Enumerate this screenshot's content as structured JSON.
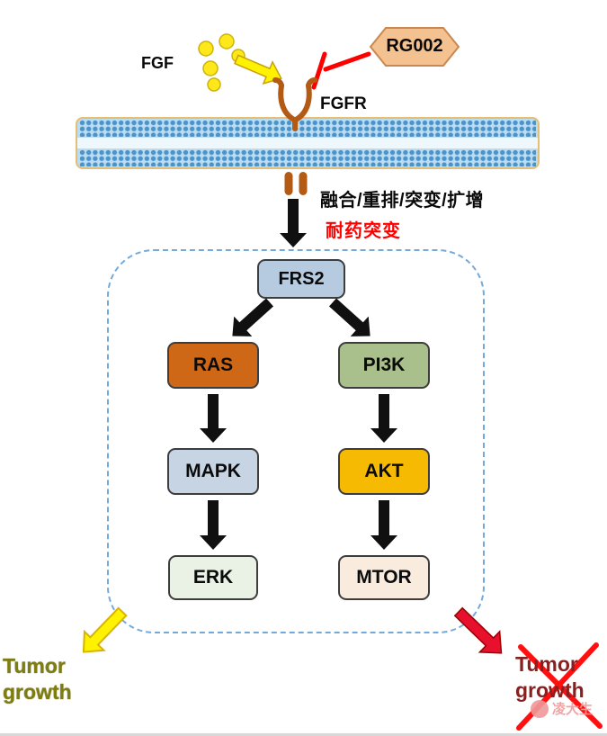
{
  "ligand": {
    "label": "FGF"
  },
  "receptor": {
    "label": "FGFR"
  },
  "inhibitor": {
    "label": "RG002"
  },
  "annotations": {
    "alterations": "融合/重排/突变/扩增",
    "resistance": "耐药突变"
  },
  "nodes": {
    "frs2": "FRS2",
    "ras": "RAS",
    "pi3k": "PI3K",
    "mapk": "MAPK",
    "akt": "AKT",
    "erk": "ERK",
    "mtor": "MTOR"
  },
  "outcomes": {
    "left": {
      "line1": "Tumor",
      "line2": "growth",
      "blocked": false
    },
    "right": {
      "line1": "Tumor",
      "line2": "growth",
      "blocked": true
    }
  },
  "edges": [
    {
      "from": "FGF",
      "to": "FGFR",
      "type": "activation"
    },
    {
      "from": "RG002",
      "to": "FGFR",
      "type": "inhibition"
    },
    {
      "from": "FGFR",
      "to": "FRS2",
      "type": "activation"
    },
    {
      "from": "FRS2",
      "to": "RAS",
      "type": "activation"
    },
    {
      "from": "FRS2",
      "to": "PI3K",
      "type": "activation"
    },
    {
      "from": "RAS",
      "to": "MAPK",
      "type": "activation"
    },
    {
      "from": "PI3K",
      "to": "AKT",
      "type": "activation"
    },
    {
      "from": "MAPK",
      "to": "ERK",
      "type": "activation"
    },
    {
      "from": "AKT",
      "to": "MTOR",
      "type": "activation"
    },
    {
      "from": "ERK",
      "to": "Tumor growth",
      "type": "promotes"
    },
    {
      "from": "MTOR",
      "to": "Tumor growth",
      "type": "promotes"
    }
  ],
  "watermark": {
    "text": "凌大生"
  },
  "colors": {
    "inhibitor_bg": "#F4C291",
    "inhibition_line": "#FF0000",
    "frs2_bg": "#B7CBE0",
    "ras_bg": "#CE6817",
    "pi3k_bg": "#A9BF8C",
    "mapk_bg": "#C6D4E3",
    "akt_bg": "#F5BA01",
    "erk_bg": "#EAF1E5",
    "mtor_bg": "#F9ECDF",
    "membrane_dot": "#4C93CC",
    "membrane_border": "#E4BE74",
    "dashed_border": "#74A9D8",
    "receptor_color": "#B35A14",
    "arrow_black": "#101010",
    "arrow_yellow": "#FFF200",
    "arrow_red": "#E8112D",
    "tumor_left_text": "#7E7E10",
    "tumor_right_text": "#8A1F1F",
    "resistance_text": "#FF0000"
  }
}
